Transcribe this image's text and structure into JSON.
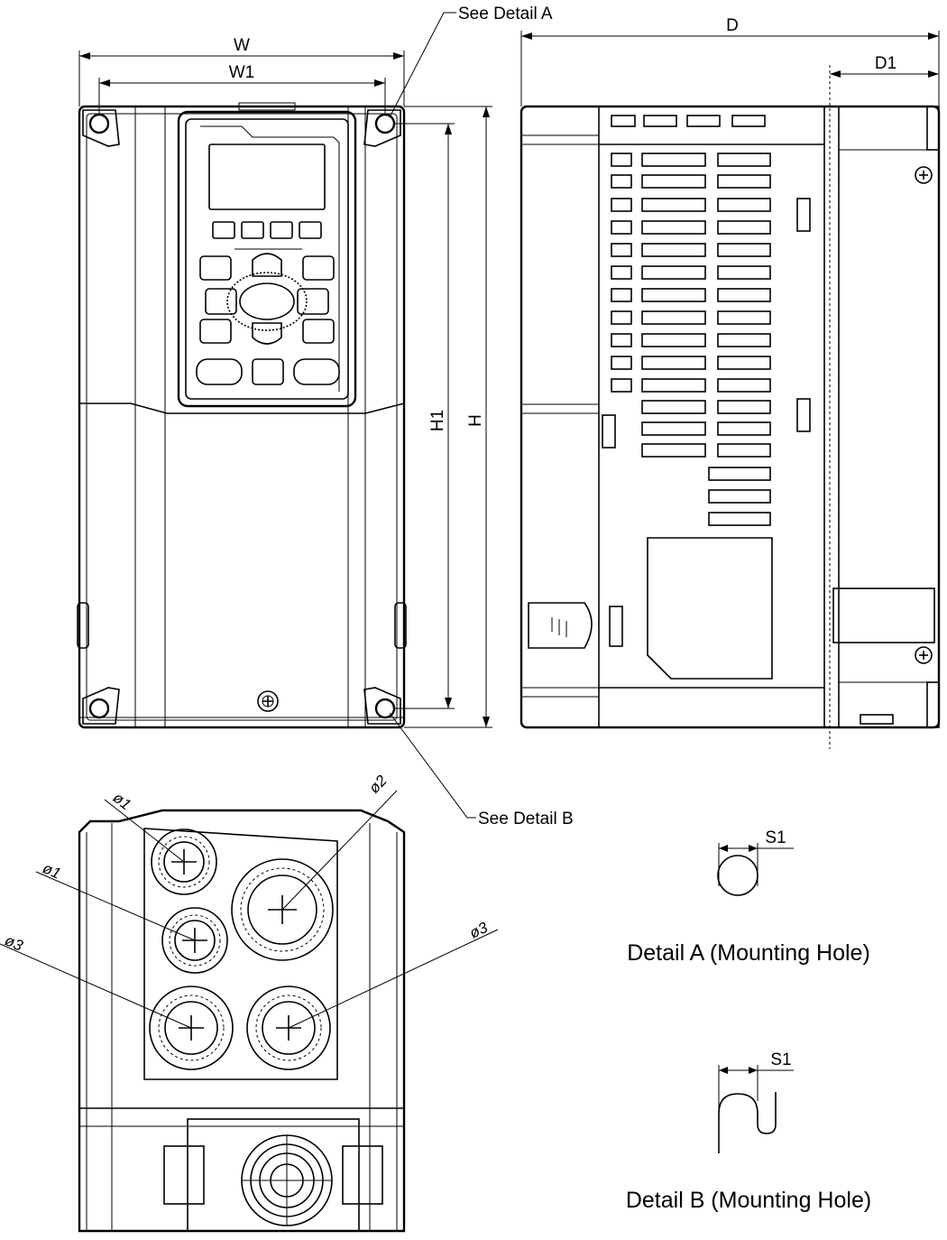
{
  "labels": {
    "see_detail_a": "See Detail A",
    "see_detail_b": "See Detail B",
    "w": "W",
    "w1": "W1",
    "d": "D",
    "d1": "D1",
    "h": "H",
    "h1": "H1",
    "s1_a": "S1",
    "s1_b": "S1",
    "phi1_top": "ø1",
    "phi1_mid": "ø1",
    "phi2": "ø2",
    "phi3_left": "ø3",
    "phi3_right": "ø3",
    "detail_a_caption": "Detail A (Mounting Hole)",
    "detail_b_caption": "Detail B (Mounting Hole)"
  },
  "icons": {
    "mounting_hole": "mounting-hole-icon",
    "screw": "screw-icon",
    "knockout": "cable-knockout-icon",
    "fan": "fan-icon"
  }
}
